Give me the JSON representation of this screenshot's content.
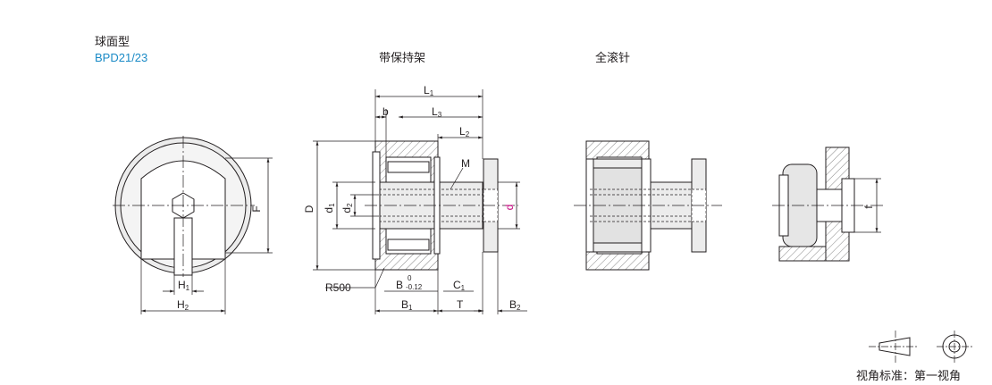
{
  "titles": {
    "spherical": "球面型",
    "model_code": "BPD21/23",
    "cage": "带保持架",
    "full_complement": "全滚针"
  },
  "labels": {
    "L1": "L",
    "L1_sub": "1",
    "L3": "L",
    "L3_sub": "3",
    "L2": "L",
    "L2_sub": "2",
    "b": "b",
    "M": "M",
    "D": "D",
    "d1": "d",
    "d1_sub": "1",
    "d2": "d",
    "d2_sub": "2",
    "d": "d",
    "F": "F",
    "H1": "H",
    "H1_sub": "1",
    "H2": "H",
    "H2_sub": "2",
    "R500": "R500",
    "B": "B",
    "B_tol_upper": "0",
    "B_tol_lower": "-0.12",
    "C1": "C",
    "C1_sub": "1",
    "B1": "B",
    "B1_sub": "1",
    "T": "T",
    "B2": "B",
    "B2_sub": "2",
    "f": "f"
  },
  "projection": {
    "label": "视角标准：第一视角"
  },
  "colors": {
    "line": "#231f20",
    "accent": "#1a8ac6",
    "magenta": "#c0007a",
    "fill": "#e6e6e6",
    "hatch": "#555555"
  }
}
